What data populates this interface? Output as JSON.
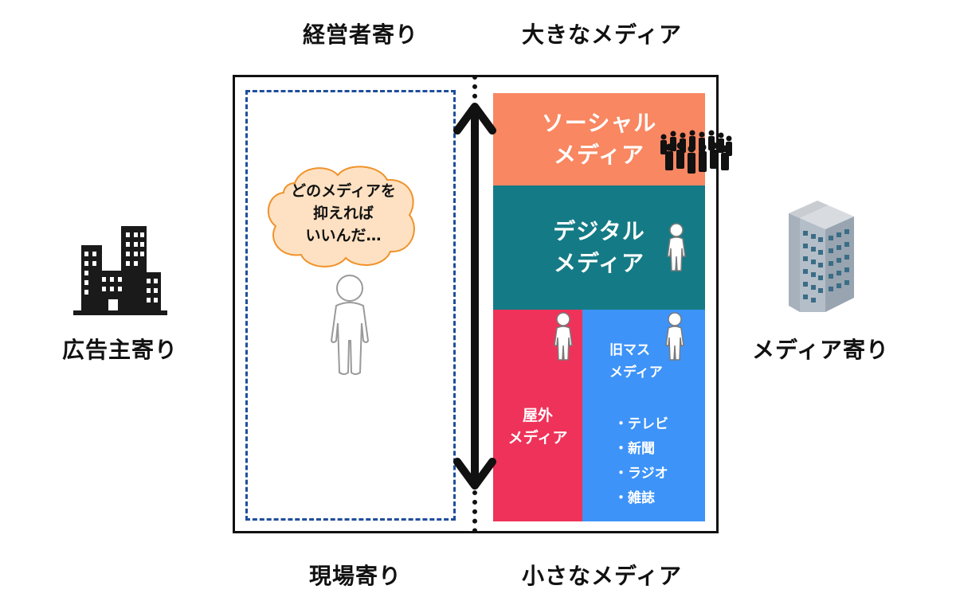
{
  "axis_labels": {
    "top_left": "経営者寄り",
    "top_right": "大きなメディア",
    "bottom_left": "現場寄り",
    "bottom_right": "小さなメディア",
    "left": "広告主寄り",
    "right": "メディア寄り"
  },
  "thought_bubble": {
    "line1": "どのメディアを",
    "line2": "抑えれば",
    "line3": "いいんだ…"
  },
  "blocks": {
    "social": {
      "line1": "ソーシャル",
      "line2": "メディア",
      "color": "#f88762"
    },
    "digital": {
      "line1": "デジタル",
      "line2": "メディア",
      "color": "#147b86"
    },
    "outdoor": {
      "line1": "屋外",
      "line2": "メディア",
      "color": "#ef3259"
    },
    "mass": {
      "line1": "旧マス",
      "line2": "メディア",
      "color": "#3d93f8",
      "items": [
        "・テレビ",
        "・新聞",
        "・ラジオ",
        "・雑誌"
      ]
    }
  },
  "icons": {
    "left": "city-buildings-icon",
    "right": "office-tower-icon",
    "person": "person-icon",
    "crowd": "crowd-icon",
    "arrow": "double-arrow-icon",
    "bubble": "thought-cloud-icon"
  }
}
